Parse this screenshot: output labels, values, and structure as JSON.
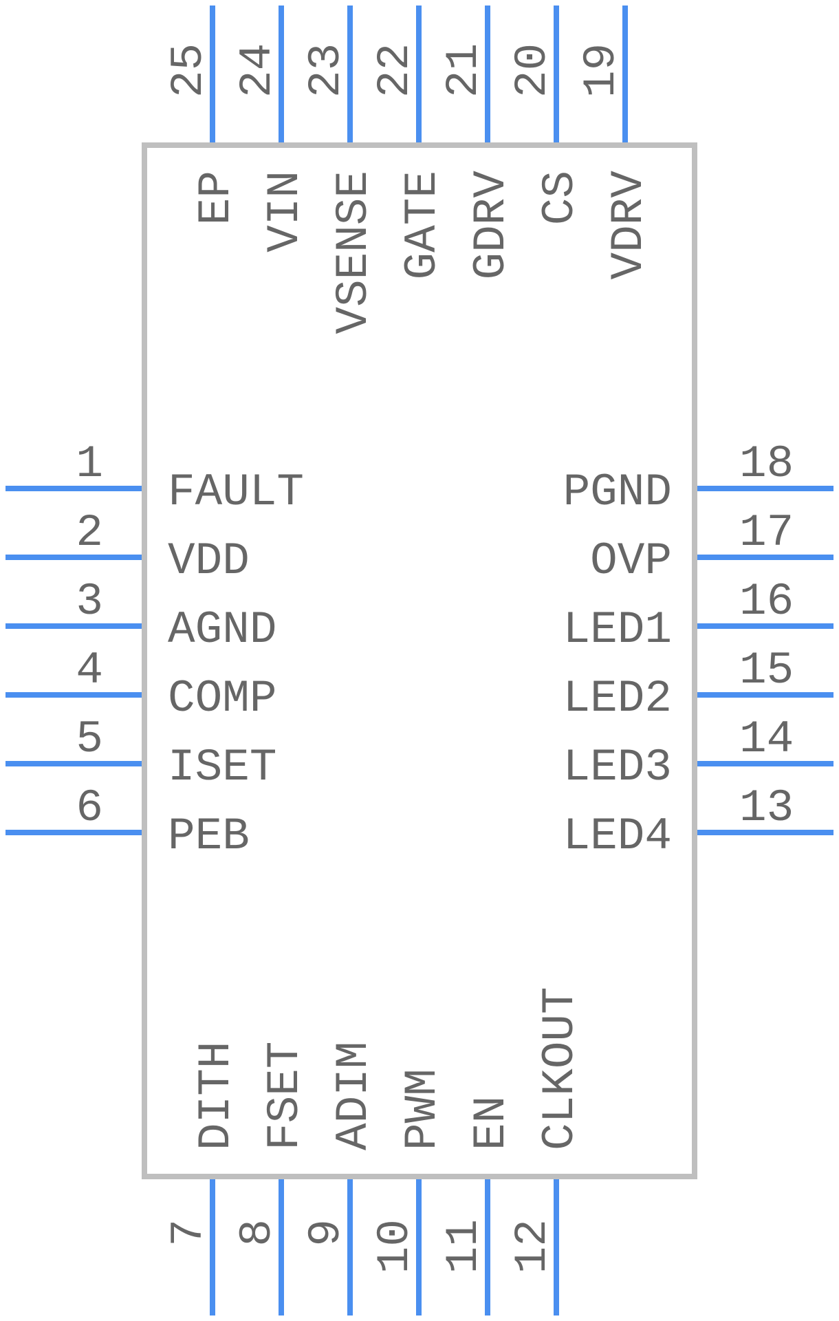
{
  "colors": {
    "pin_line": "#4a8ff0",
    "body_outline": "#bfbfbf",
    "text": "#666666",
    "background": "#ffffff"
  },
  "pins": {
    "left": [
      {
        "number": "1",
        "name": "FAULT"
      },
      {
        "number": "2",
        "name": "VDD"
      },
      {
        "number": "3",
        "name": "AGND"
      },
      {
        "number": "4",
        "name": "COMP"
      },
      {
        "number": "5",
        "name": "ISET"
      },
      {
        "number": "6",
        "name": "PEB"
      }
    ],
    "right": [
      {
        "number": "18",
        "name": "PGND"
      },
      {
        "number": "17",
        "name": "OVP"
      },
      {
        "number": "16",
        "name": "LED1"
      },
      {
        "number": "15",
        "name": "LED2"
      },
      {
        "number": "14",
        "name": "LED3"
      },
      {
        "number": "13",
        "name": "LED4"
      }
    ],
    "top": [
      {
        "number": "25",
        "name": "EP"
      },
      {
        "number": "24",
        "name": "VIN"
      },
      {
        "number": "23",
        "name": "VSENSE"
      },
      {
        "number": "22",
        "name": "GATE"
      },
      {
        "number": "21",
        "name": "GDRV"
      },
      {
        "number": "20",
        "name": "CS"
      },
      {
        "number": "19",
        "name": "VDRV"
      }
    ],
    "bottom": [
      {
        "number": "7",
        "name": "DITH"
      },
      {
        "number": "8",
        "name": "FSET"
      },
      {
        "number": "9",
        "name": "ADIM"
      },
      {
        "number": "10",
        "name": "PWM"
      },
      {
        "number": "11",
        "name": "EN"
      },
      {
        "number": "12",
        "name": "CLKOUT"
      }
    ]
  }
}
